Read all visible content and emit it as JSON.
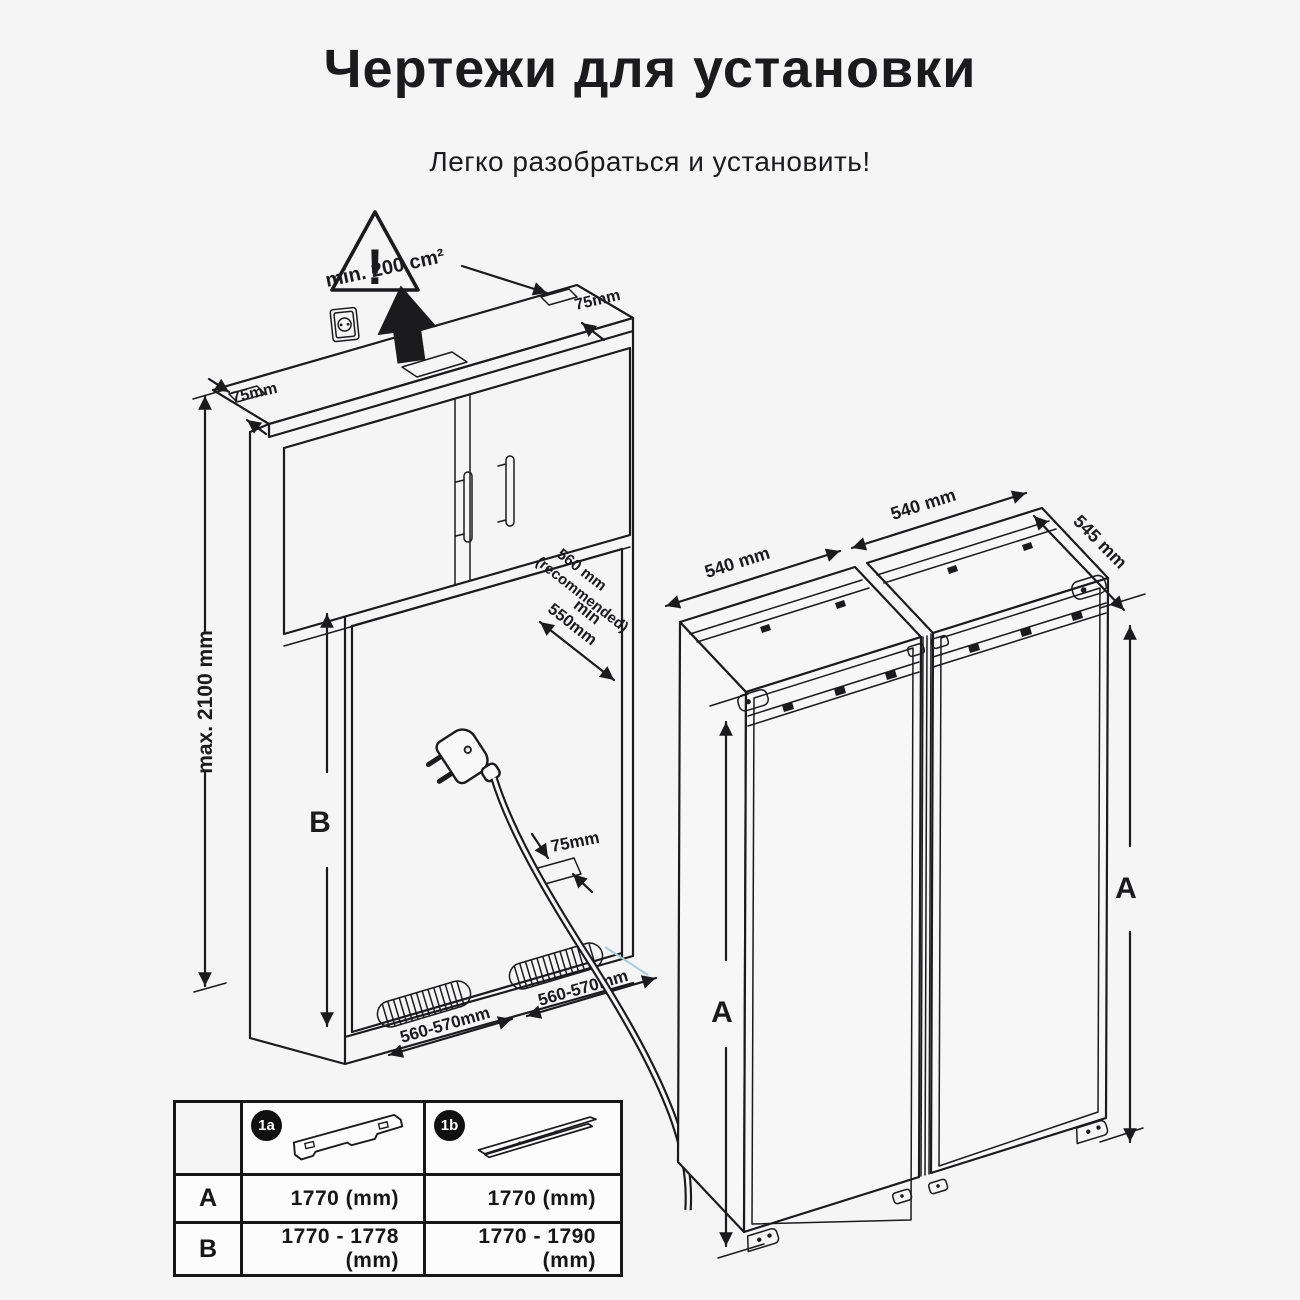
{
  "title": "Чертежи для установки",
  "subtitle": "Легко разобраться и установить!",
  "colors": {
    "background": "#f5f5f6",
    "ink": "#1b1b1d",
    "accent_line": "#a9ccd9"
  },
  "niche_diagram": {
    "ventilation_area": "min. 200 cm²",
    "warning_mark": "!",
    "top_left_clearance": "75mm",
    "top_right_clearance": "75mm",
    "max_height": "max. 2100 mm",
    "height_label": "B",
    "depth_recommended": "560 mm",
    "depth_recommended_note": "(recommended)",
    "depth_min_line1": "min",
    "depth_min_line2": "550mm",
    "bottom_clearance": "75mm",
    "bottom_width_left": "560-570mm",
    "bottom_width_right": "560-570mm"
  },
  "appliance_diagram": {
    "width_left_unit": "540 mm",
    "width_right_unit": "540 mm",
    "depth": "545 mm",
    "height_label_left": "A",
    "height_label_right": "A"
  },
  "table": {
    "variant_1a": "1a",
    "variant_1b": "1b",
    "rows": [
      {
        "label": "A",
        "value_1a": "1770 (mm)",
        "value_1b": "1770 (mm)"
      },
      {
        "label": "B",
        "value_1a": "1770 - 1778 (mm)",
        "value_1b": "1770 - 1790 (mm)"
      }
    ]
  }
}
